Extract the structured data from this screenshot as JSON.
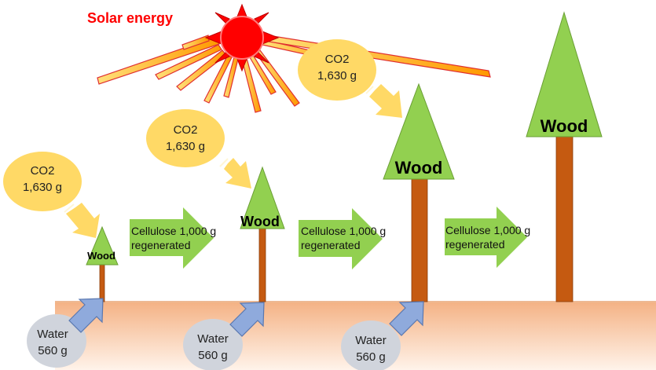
{
  "title": "Solar energy",
  "co2_bubbles": [
    {
      "line1": "CO2",
      "line2": "1,630 g"
    },
    {
      "line1": "CO2",
      "line2": "1,630 g"
    },
    {
      "line1": "CO2",
      "line2": "1,630 g"
    }
  ],
  "trees": [
    {
      "label": "Wood"
    },
    {
      "label": "Wood"
    },
    {
      "label": "Wood"
    },
    {
      "label": "Wood"
    }
  ],
  "growth_arrows": [
    {
      "line1": "Cellulose 1,000 g",
      "line2": "regenerated"
    },
    {
      "line1": "Cellulose 1,000 g",
      "line2": "regenerated"
    },
    {
      "line1": "Cellulose 1,000 g",
      "line2": "regenerated"
    }
  ],
  "water_bubbles": [
    {
      "line1": "Water",
      "line2": "560 g"
    },
    {
      "line1": "Water",
      "line2": "560 g"
    },
    {
      "line1": "Water",
      "line2": "560 g"
    }
  ],
  "colors": {
    "title": "#ff0000",
    "sun": "#ff0000",
    "ray_fill": "#ffc000",
    "ray_stroke": "#e03030",
    "co2_bubble": "#ffd966",
    "co2_arrow": "#ffd966",
    "tree_crown": "#92d050",
    "tree_trunk": "#c55a11",
    "growth_arrow": "#92d050",
    "water_bubble": "#d0d4dc",
    "water_arrow": "#8faadc",
    "ground_top": "#f4b183",
    "ground_bottom": "#fde9dc"
  }
}
